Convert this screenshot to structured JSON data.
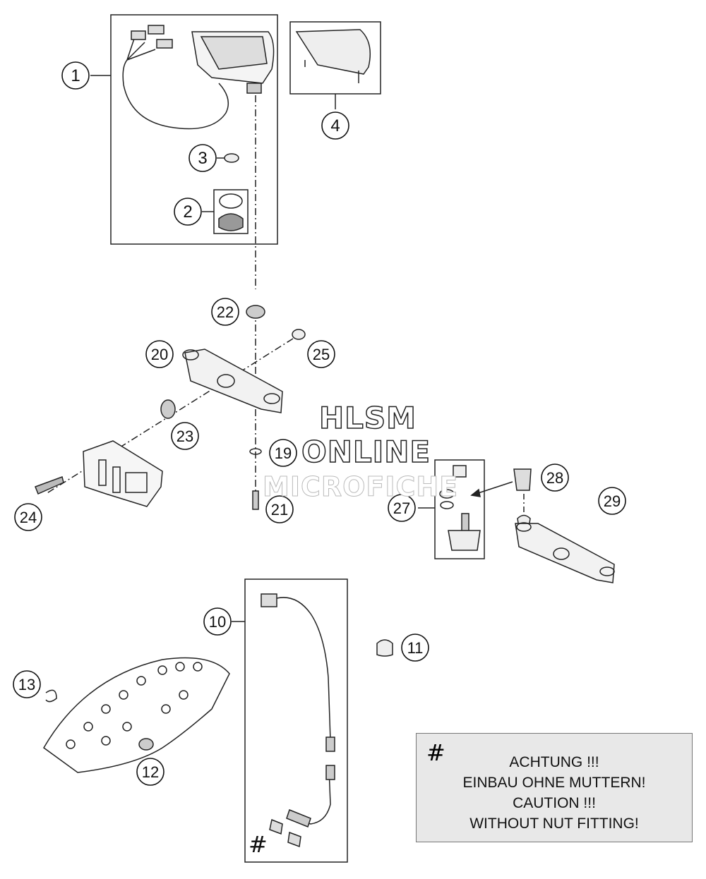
{
  "callouts": [
    {
      "label": "1"
    },
    {
      "label": "2"
    },
    {
      "label": "3"
    },
    {
      "label": "4"
    },
    {
      "label": "10"
    },
    {
      "label": "11"
    },
    {
      "label": "12"
    },
    {
      "label": "13"
    },
    {
      "label": "19"
    },
    {
      "label": "20"
    },
    {
      "label": "21"
    },
    {
      "label": "22"
    },
    {
      "label": "23"
    },
    {
      "label": "24"
    },
    {
      "label": "25"
    },
    {
      "label": "27"
    },
    {
      "label": "28"
    },
    {
      "label": "29"
    }
  ],
  "watermark": {
    "line1": "HLSM",
    "line2": "ONLINE",
    "line3": "MICROFICHE"
  },
  "note": {
    "symbol": "#",
    "lines": [
      "ACHTUNG !!!",
      "EINBAU OHNE MUTTERN!",
      "CAUTION !!!",
      "WITHOUT NUT FITTING!"
    ]
  },
  "nut_symbol": "#"
}
